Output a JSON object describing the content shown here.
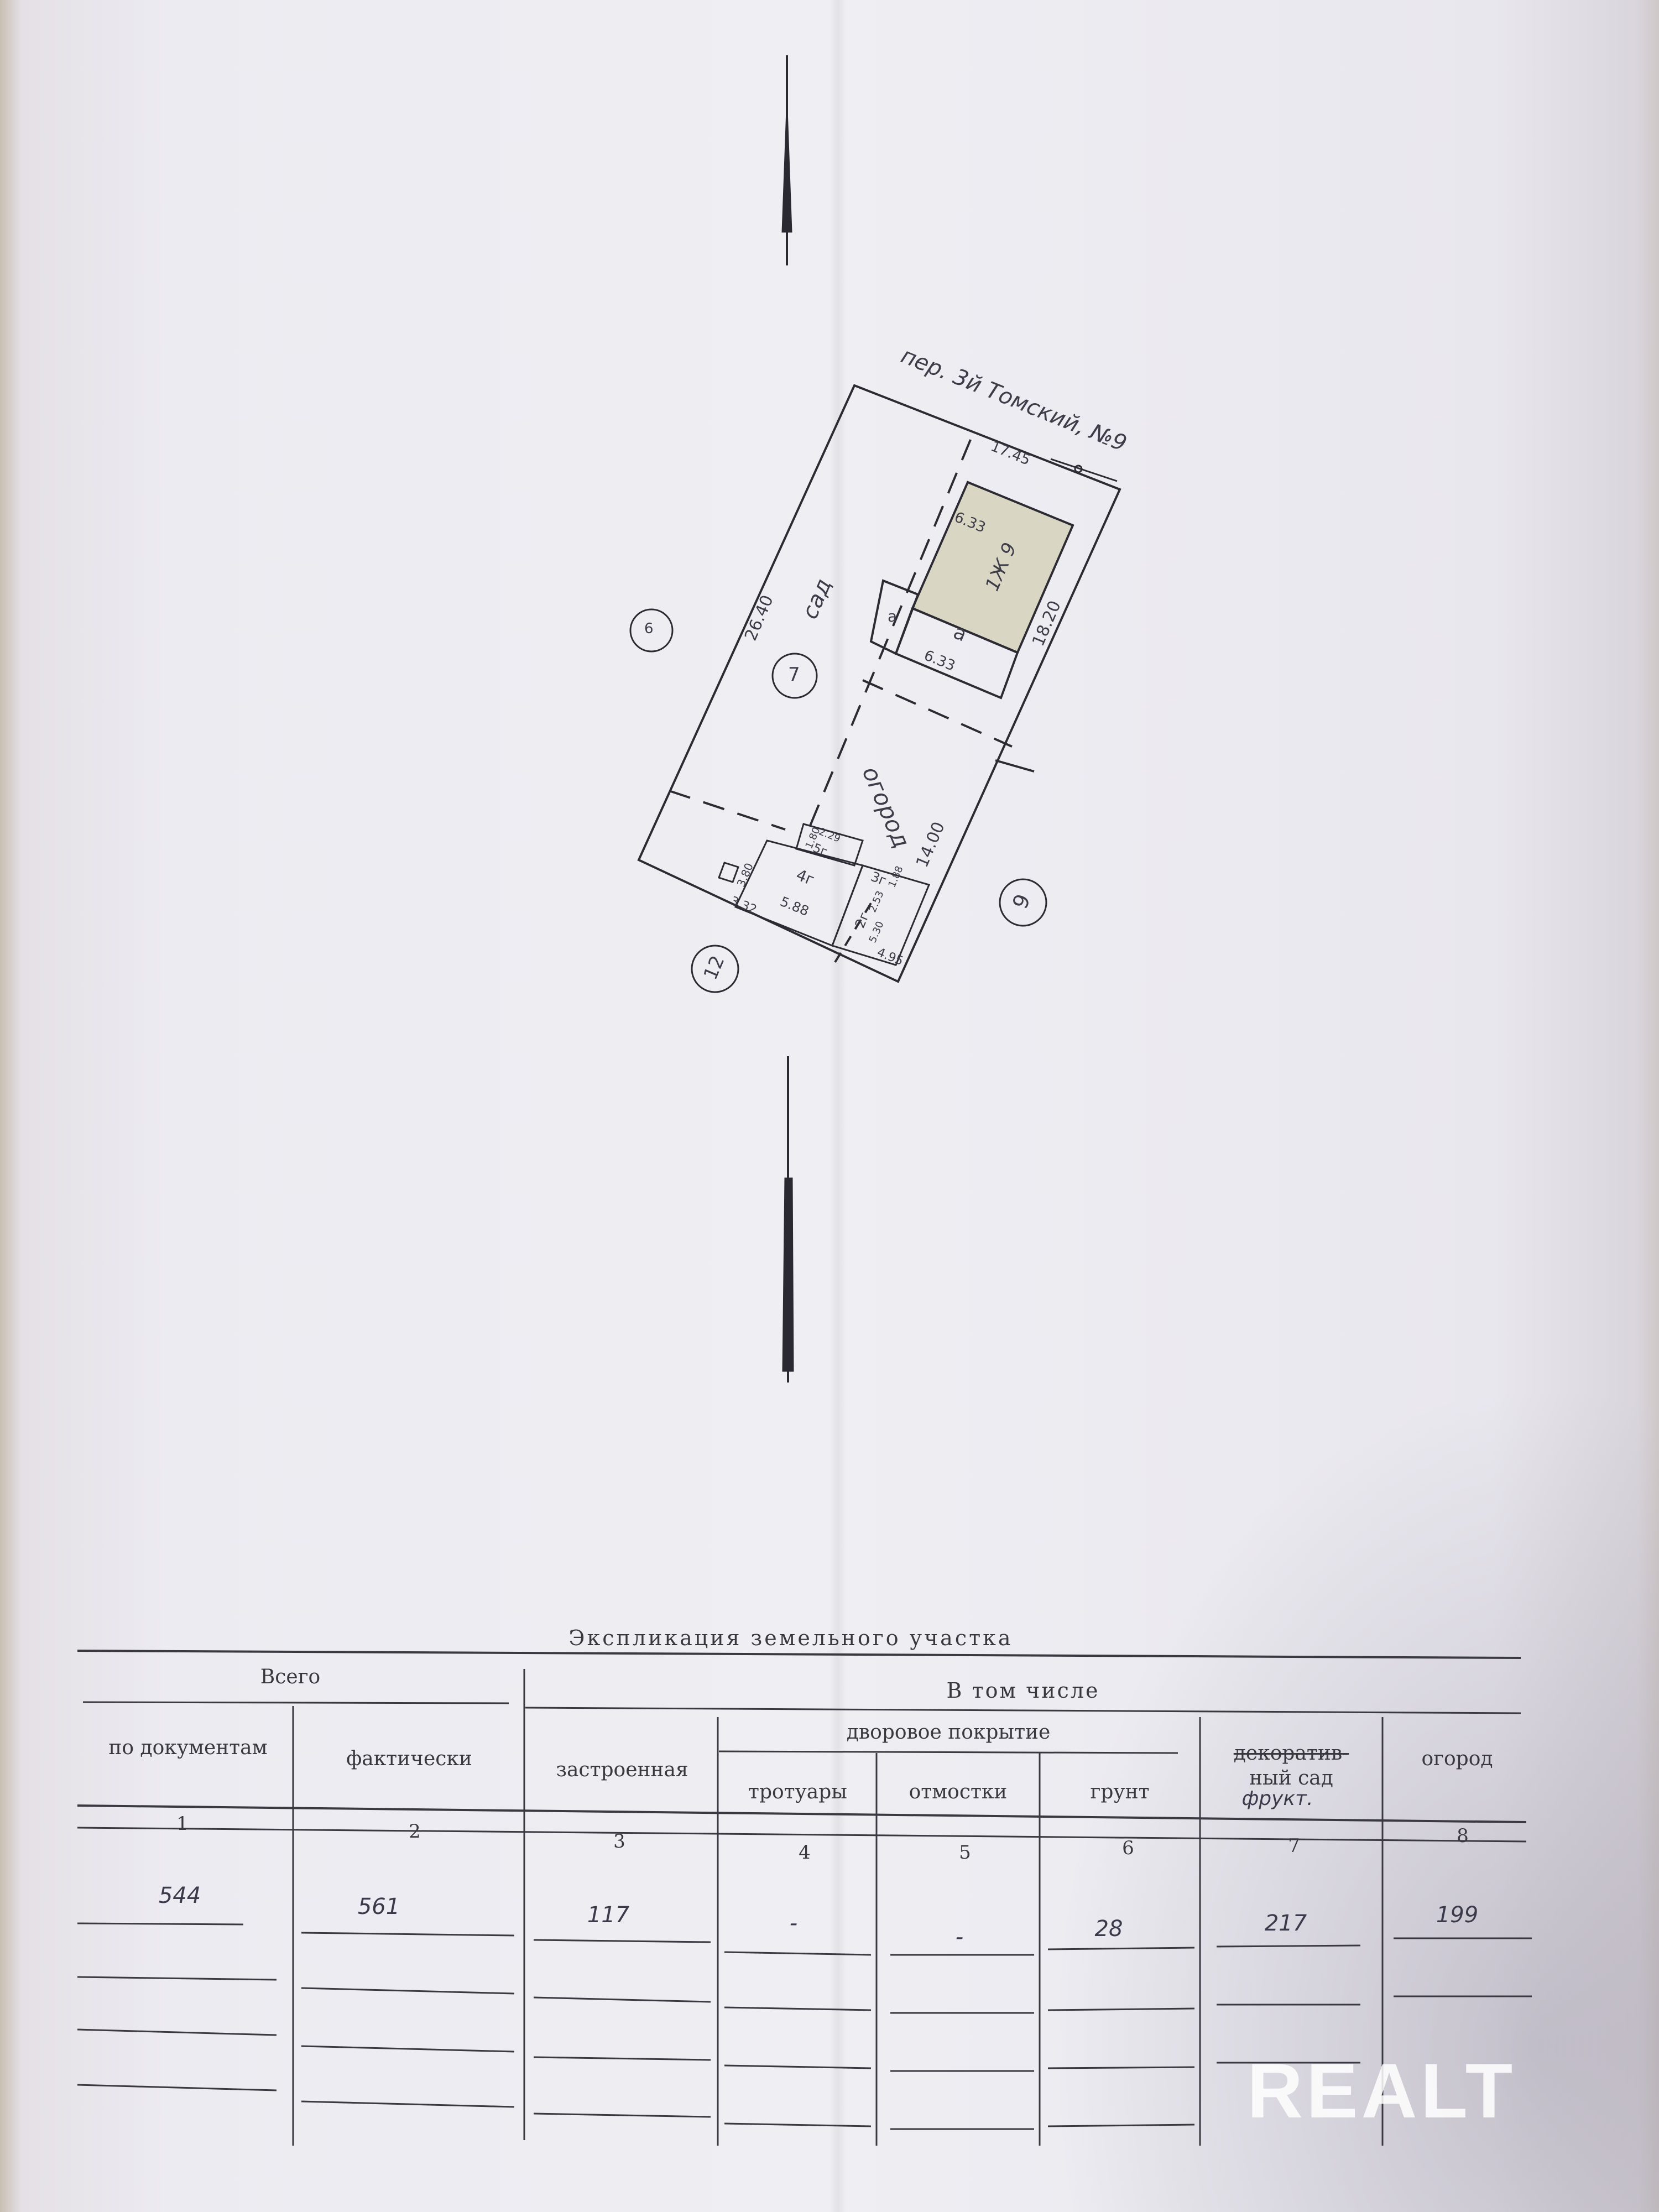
{
  "plan": {
    "street_label": "пер. 3й Томский, №9",
    "garden_label": "сад",
    "vegetable_label": "огород",
    "dim_top": "17.45",
    "dim_left": "26.40",
    "dim_right": "18.20",
    "dim_right_low": "14.00",
    "dim_bottom_left": "3.32",
    "dim_bottom_right": "4.95",
    "house_label": "1Ж 9",
    "house_dim": "6.33",
    "annex_label": "a",
    "annex_dim": "6.33",
    "porch_label": "a",
    "shed_4g": "4г",
    "shed_4g_dim": "5.88",
    "shed_5g": "5г",
    "shed_3g": "3г",
    "shed_2g": "2г",
    "small_dims": [
      "2.29",
      "1.80",
      "3.80",
      "2.53",
      "5.30",
      "1.88"
    ],
    "neighbor_6": "6",
    "neighbor_7": "7",
    "neighbor_9": "9",
    "neighbor_12": "12"
  },
  "explication": {
    "title": "Экспликация земельного участка",
    "group_total": "Всего",
    "group_including": "В том числе",
    "group_yard": "дворовое покрытие",
    "col_docs": "по документам",
    "col_actual": "фактически",
    "col_built": "застроенная",
    "col_sidewalks": "тротуары",
    "col_blind": "отмостки",
    "col_ground": "грунт",
    "col_deco_struck": "декоратив-",
    "col_deco_rest": "ный сад",
    "col_deco_hand": "фрукт.",
    "col_garden": "огород",
    "col_numbers": [
      "1",
      "2",
      "3",
      "4",
      "5",
      "6",
      "7",
      "8"
    ],
    "values": [
      "544",
      "561",
      "117",
      "-",
      "-",
      "28",
      "217",
      "199"
    ]
  },
  "watermark": "REALT"
}
